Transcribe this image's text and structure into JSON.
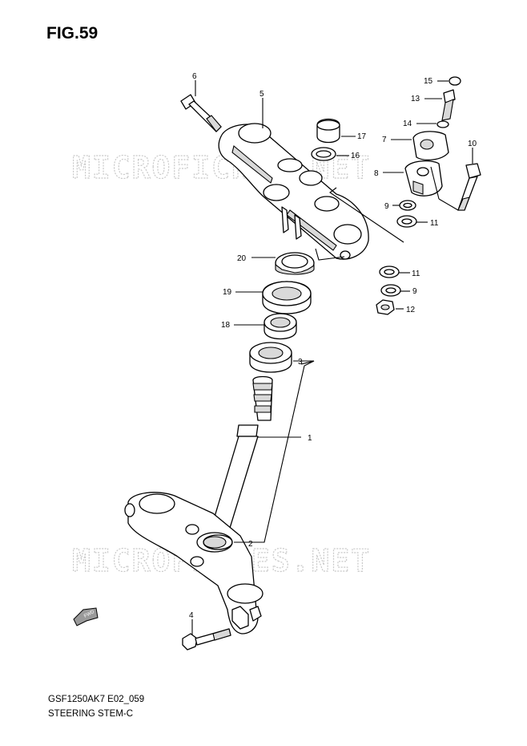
{
  "figure": {
    "title": "FIG.59"
  },
  "footer": {
    "code": "GSF1250AK7 E02_059",
    "name": "STEERING STEM-C"
  },
  "watermark": {
    "text": "MICROFICHES.NET"
  },
  "fwd_badge": {
    "text": "FWD"
  },
  "callouts": {
    "p1": "1",
    "p2": "2",
    "p3": "3",
    "p4": "4",
    "p5": "5",
    "p6": "6",
    "p7": "7",
    "p8": "8",
    "p9a": "9",
    "p9b": "9",
    "p10": "10",
    "p11a": "11",
    "p11b": "11",
    "p12": "12",
    "p13": "13",
    "p14": "14",
    "p15": "15",
    "p16": "16",
    "p17": "17",
    "p18": "18",
    "p19": "19",
    "p20": "20"
  }
}
